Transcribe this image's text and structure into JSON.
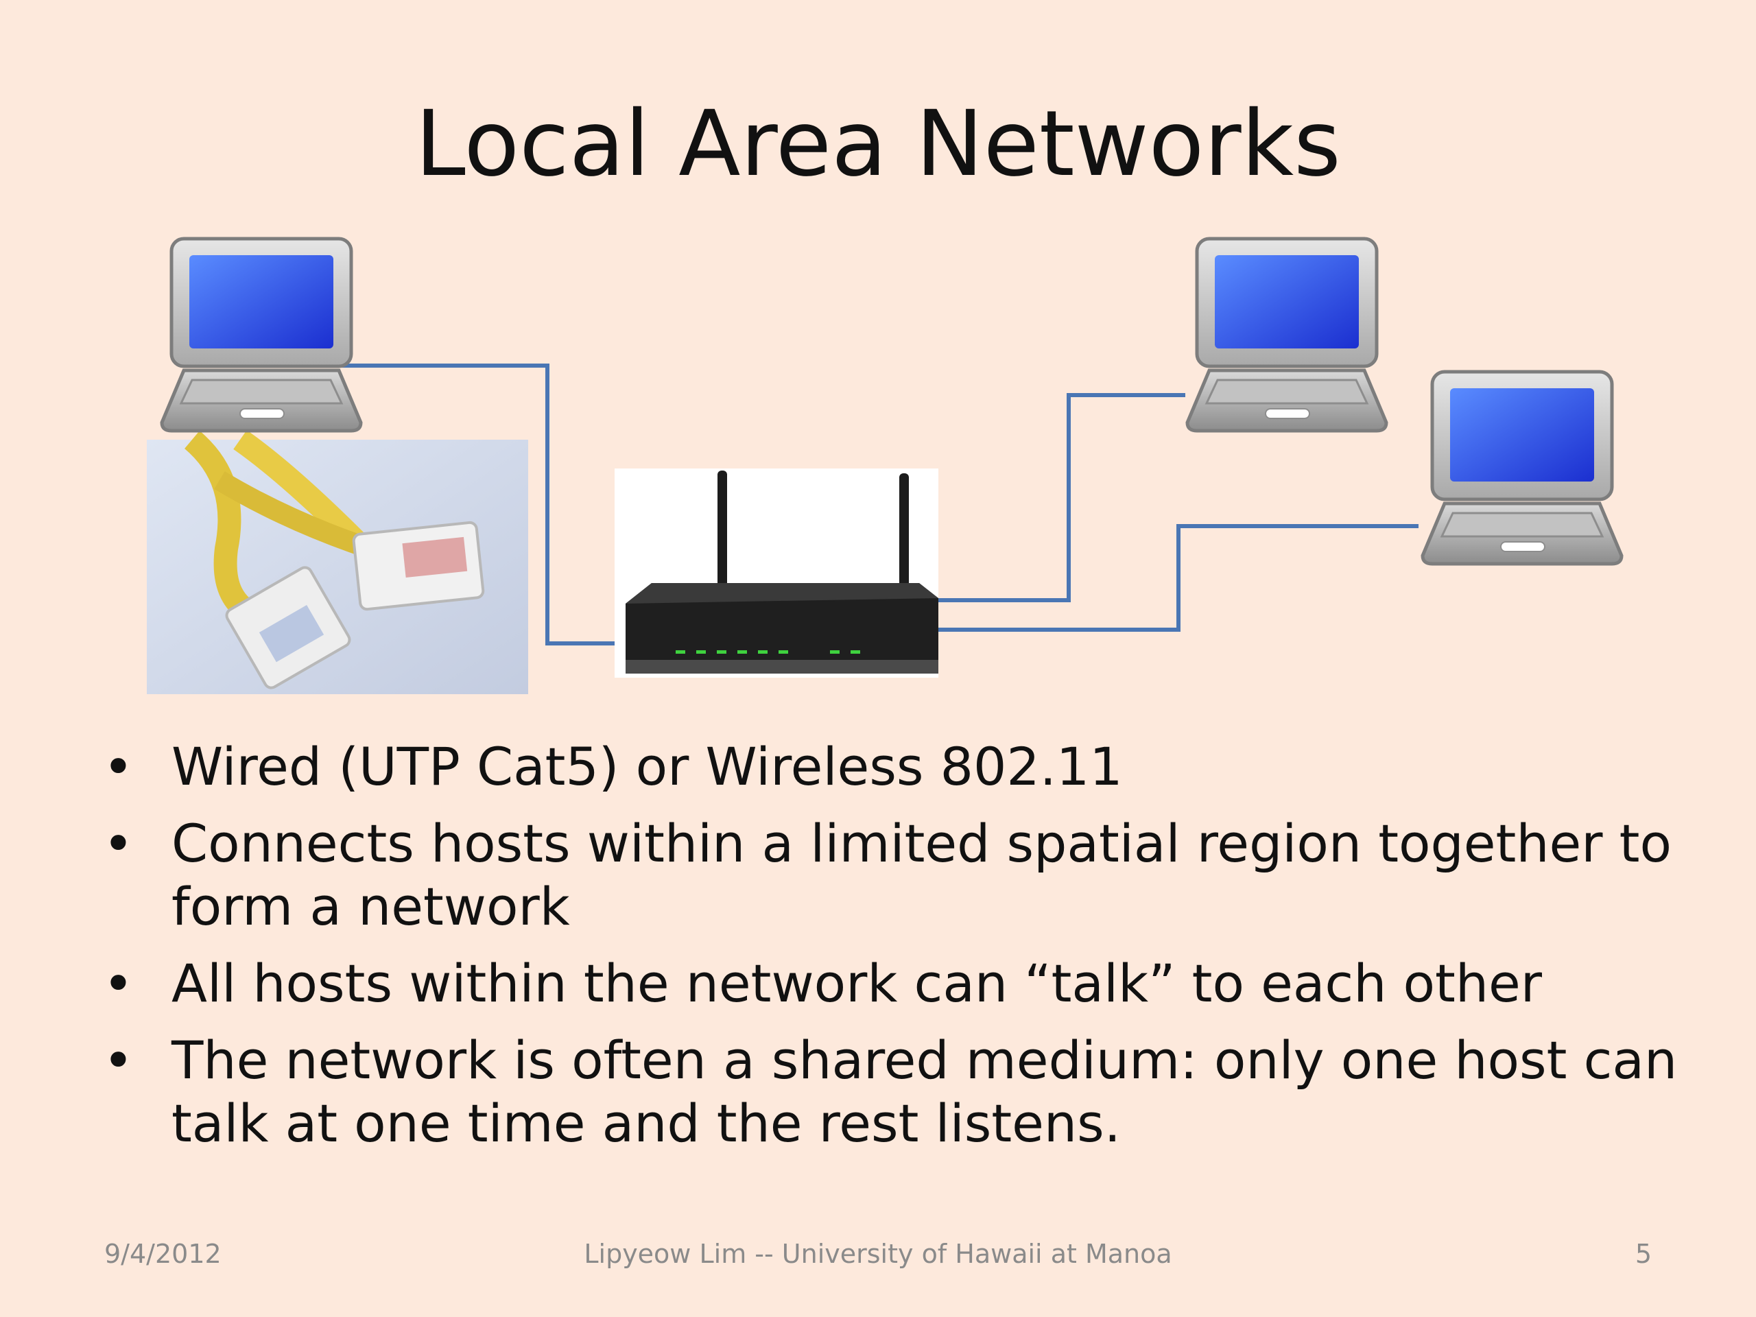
{
  "slide": {
    "title": "Local Area Networks"
  },
  "bullets": [
    {
      "text": "Wired (UTP Cat5) or Wireless 802.11"
    },
    {
      "text": "Connects hosts within a limited spatial region together to form a network"
    },
    {
      "text": "All hosts within the network can “talk” to each other"
    },
    {
      "text": "The network is often a shared medium: only one host can talk at one time and the rest listens."
    }
  ],
  "bullet_glyph": "•",
  "footer": {
    "date": "9/4/2012",
    "author": "Lipyeow Lim -- University of Hawaii at Manoa",
    "page": "5"
  },
  "colors": {
    "background": "#fde9dc",
    "link_line": "#4a76b4",
    "screen_blue": "#2f4fe0",
    "cable_yellow": "#e6c94a"
  },
  "icons": [
    "laptop-icon",
    "router-icon",
    "ethernet-cable-photo"
  ]
}
